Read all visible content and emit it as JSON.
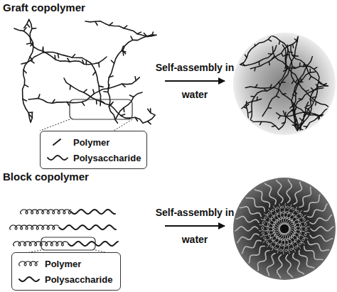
{
  "diagram": {
    "labels": [
      "Graft copolymer",
      "Self-assembly in water",
      "Block copolymer",
      "Self-assembly in water"
    ],
    "legend": [
      {
        "text": "Polymer"
      },
      {
        "text": "Polysaccharide"
      },
      {
        "text": "Polymer"
      },
      {
        "text": "Polysaccharide"
      }
    ]
  }
}
